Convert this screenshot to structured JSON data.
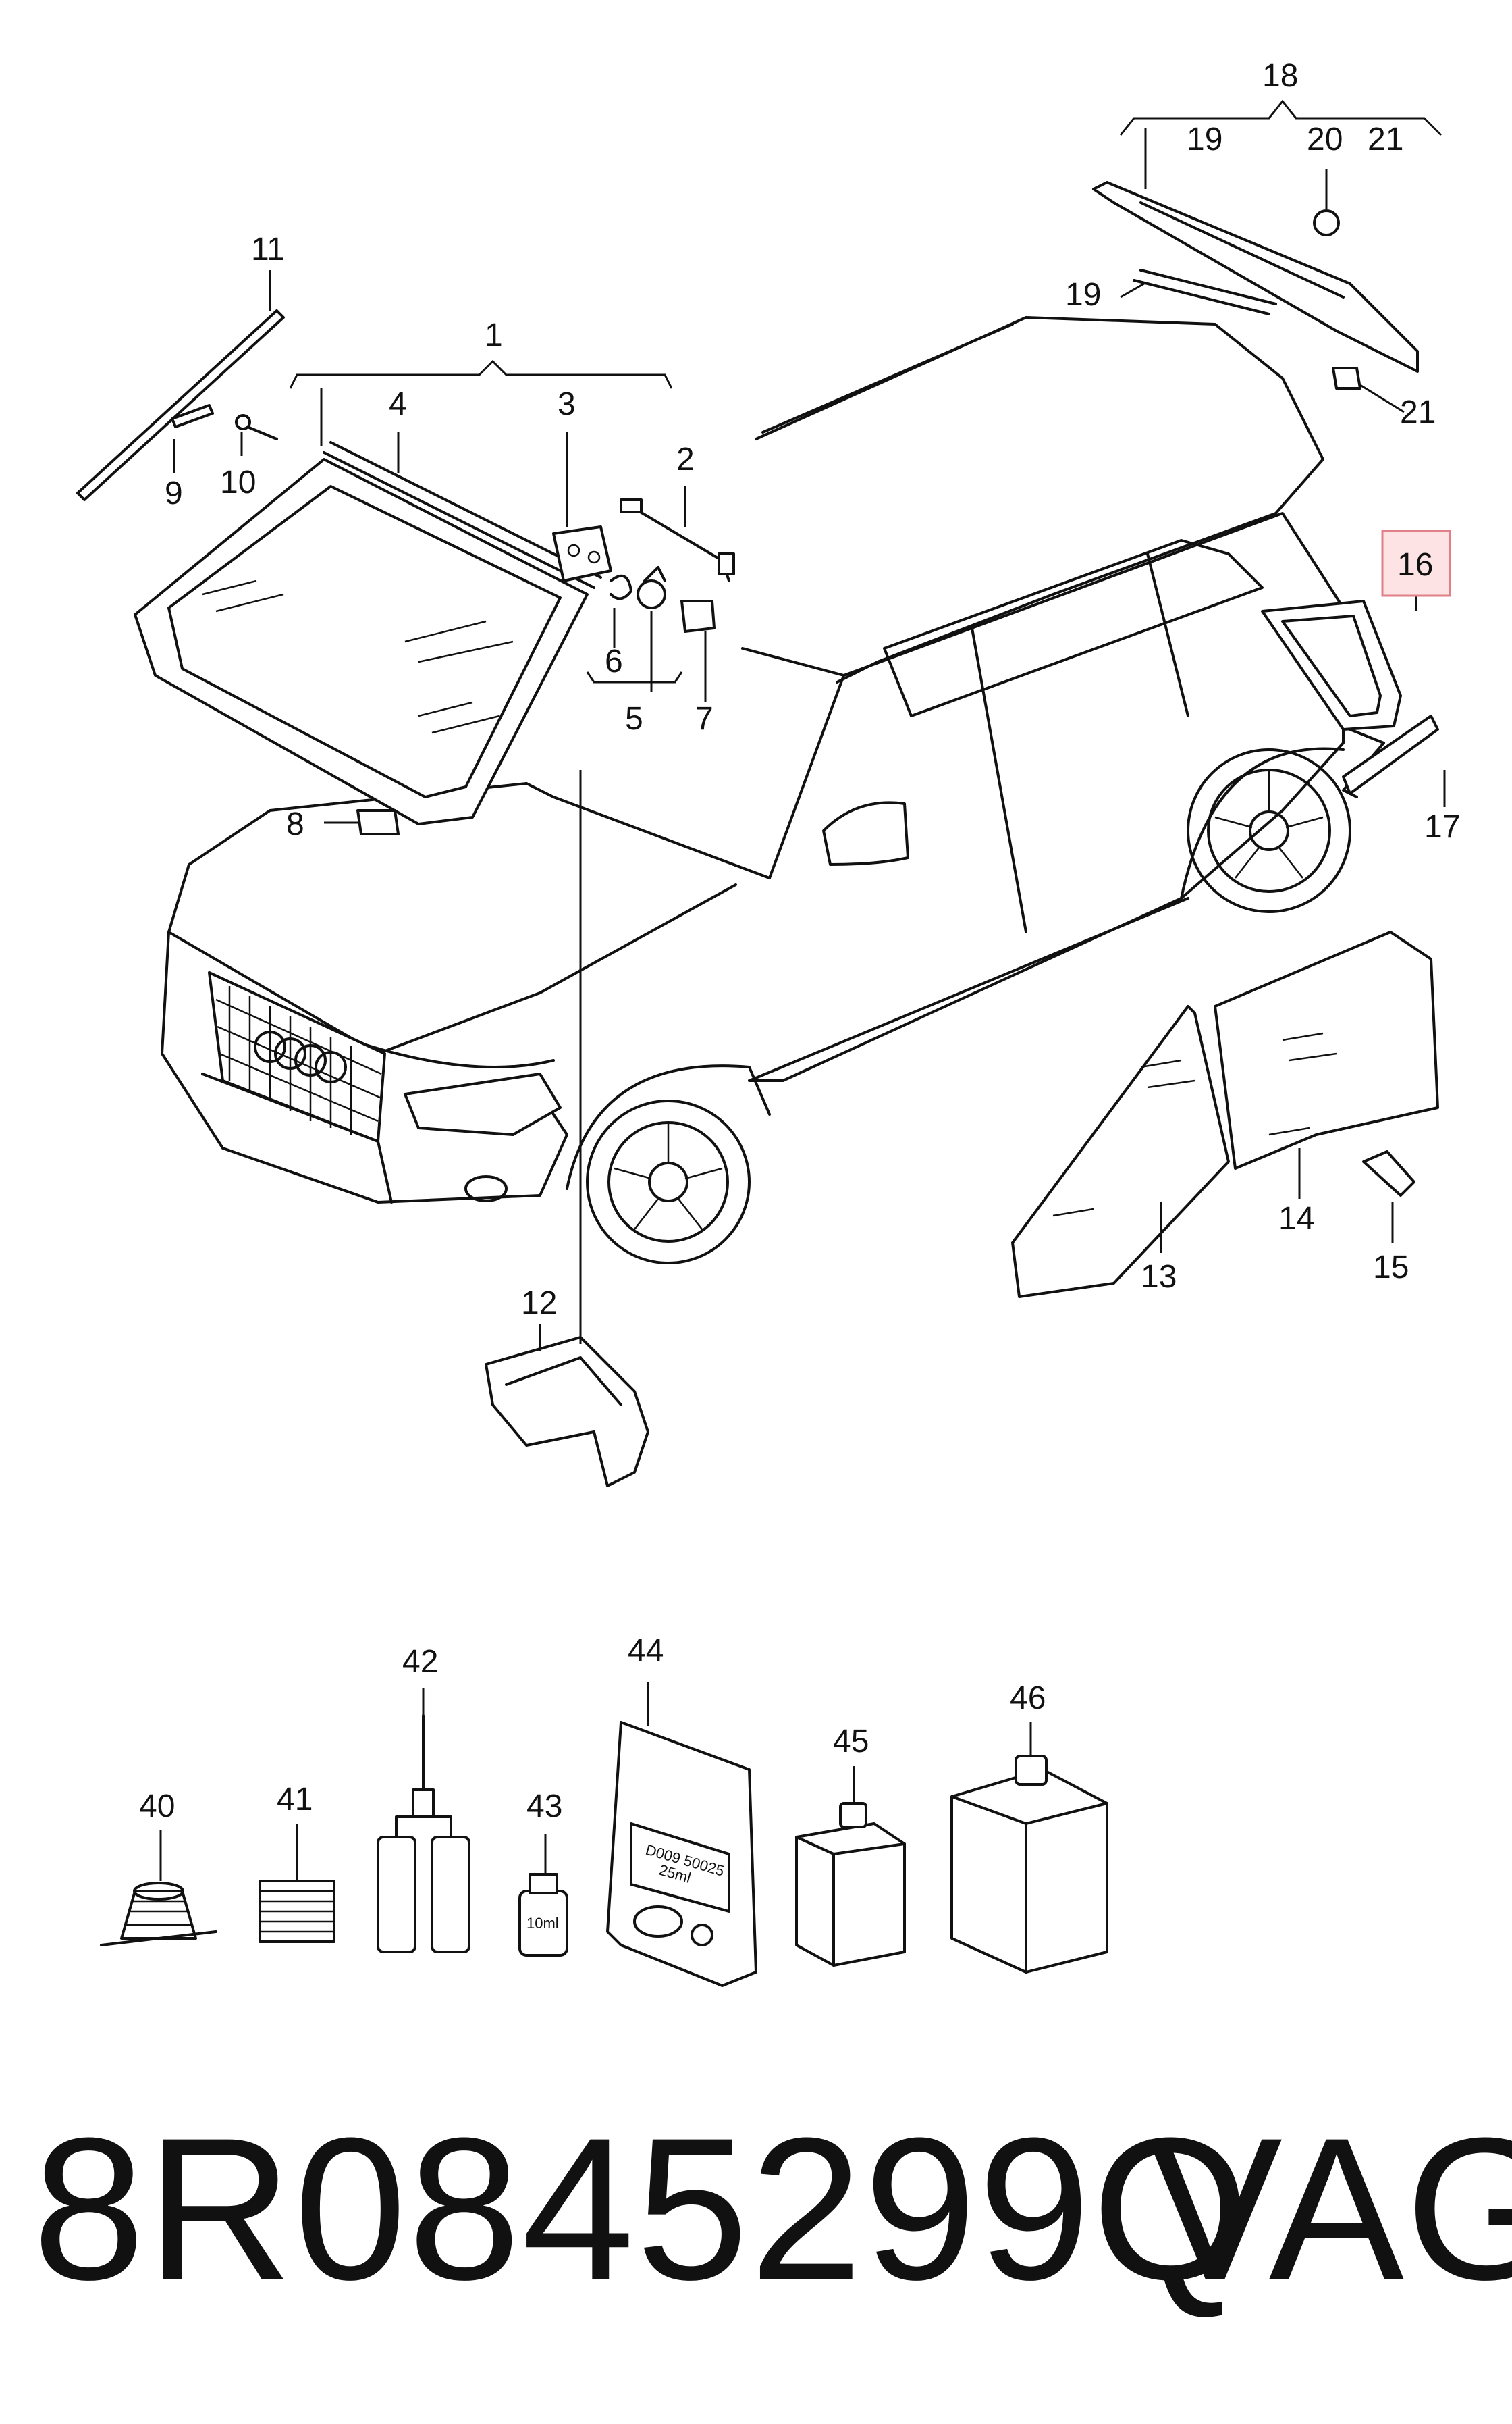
{
  "callouts": {
    "c1": "1",
    "c2": "2",
    "c3": "3",
    "c4": "4",
    "c5": "5",
    "c6": "6",
    "c7": "7",
    "c8": "8",
    "c9": "9",
    "c10": "10",
    "c11": "11",
    "c12": "12",
    "c13": "13",
    "c14": "14",
    "c15": "15",
    "c16": "16",
    "c17": "17",
    "c18": "18",
    "c19a": "19",
    "c19b": "19",
    "c20": "20",
    "c21a": "21",
    "c21b": "21",
    "c40": "40",
    "c41": "41",
    "c42": "42",
    "c43": "43",
    "c44": "44",
    "c45": "45",
    "c46": "46"
  },
  "highlighted_callout": "16",
  "package_labels": {
    "bottle_43": "10ml",
    "bag_44_line1": "D009 50025",
    "bag_44_line2": "25ml"
  },
  "caption": {
    "part_number": "8R0845299Q",
    "brand": "VAG"
  },
  "colors": {
    "highlight_fill": "#fde3e3",
    "highlight_border": "#e0818a",
    "line": "#111111"
  }
}
